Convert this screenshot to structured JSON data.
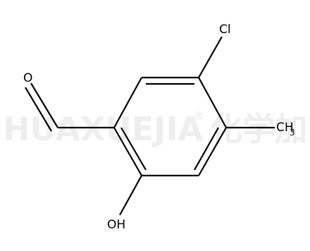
{
  "watermark": {
    "text": "HUAXUEJIA",
    "registered": "®",
    "chinese": "化学加"
  },
  "atoms": {
    "oxygen_aldehyde": "O",
    "chlorine": "Cl",
    "methyl_main": "CH",
    "methyl_sub": "3",
    "hydroxyl": "OH"
  }
}
